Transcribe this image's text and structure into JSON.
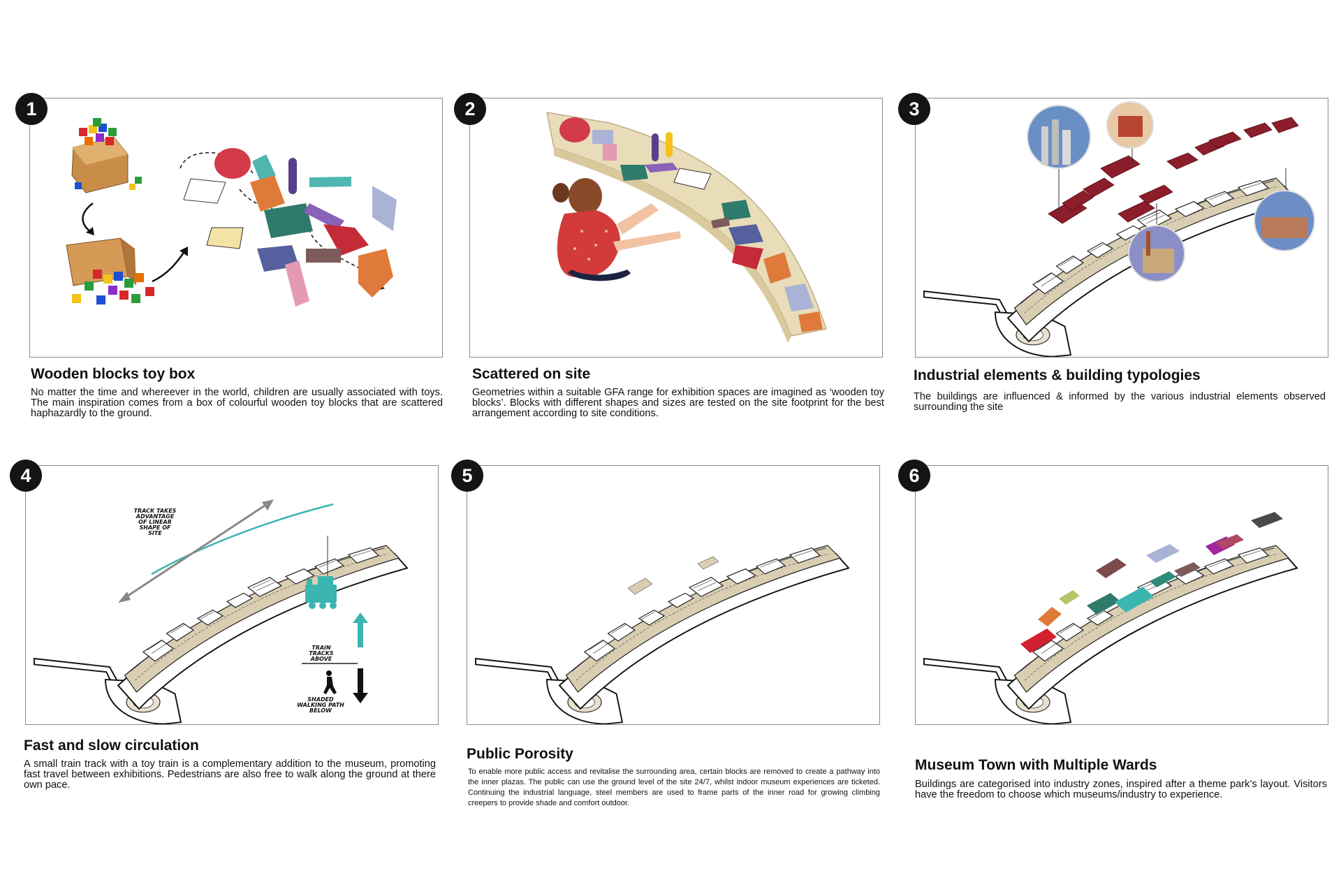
{
  "panels": [
    {
      "number": "1",
      "title": "Wooden blocks toy box",
      "description": "No matter the time and whereever in the world, children are usually associated with toys. The main inspiration comes from a box of colourful wooden toy blocks that are scattered haphazardly to the ground."
    },
    {
      "number": "2",
      "title": "Scattered on site",
      "description": "Geometries within a suitable GFA range for exhibition spaces are imagined as ‘wooden toy blocks’. Blocks with different shapes and sizes are tested on the site footprint for the best arrangement according to site conditions."
    },
    {
      "number": "3",
      "title": "Industrial elements & building typologies",
      "description": "The buildings are influenced & informed by the various industrial elements observed surrounding the site"
    },
    {
      "number": "4",
      "title": "Fast and slow circulation",
      "description": "A small train track with a toy train is a complementary addition to the museum, promoting fast travel between exhibitions. Pedestrians are also free to walk along the ground at there own pace.",
      "labels": {
        "track": "TRACK TAKES ADVANTAGE OF LINEAR SHAPE OF SITE",
        "train": "TRAIN TRACKS ABOVE",
        "walk": "SHADED WALKING PATH BELOW"
      }
    },
    {
      "number": "5",
      "title": "Public Porosity",
      "description": "To enable more public access and revitalise the surrounding area, certain blocks are removed to create a pathway into the inner plazas. The public can use the ground level of the site 24/7, whilst indoor museum experiences are ticketed. Continuing the industrial language, steel members are used to frame parts of the inner road for growing climbing creepers to provide shade and comfort outdoor."
    },
    {
      "number": "6",
      "title": "Museum Town with Multiple Wards",
      "description": "Buildings are categorised into industry zones, inspired after a theme park’s layout. Visitors have the freedom to choose which museums/industry to experience."
    }
  ],
  "colors": {
    "frame": "#8a8a8a",
    "badge": "#141414",
    "site_fill": "#d9ceb2",
    "roof_red": "#8b1e2a",
    "accent_teal": "#3bb5b0"
  },
  "icons": [
    "train-icon",
    "pedestrian-icon",
    "arrow-up-icon",
    "arrow-down-icon"
  ]
}
